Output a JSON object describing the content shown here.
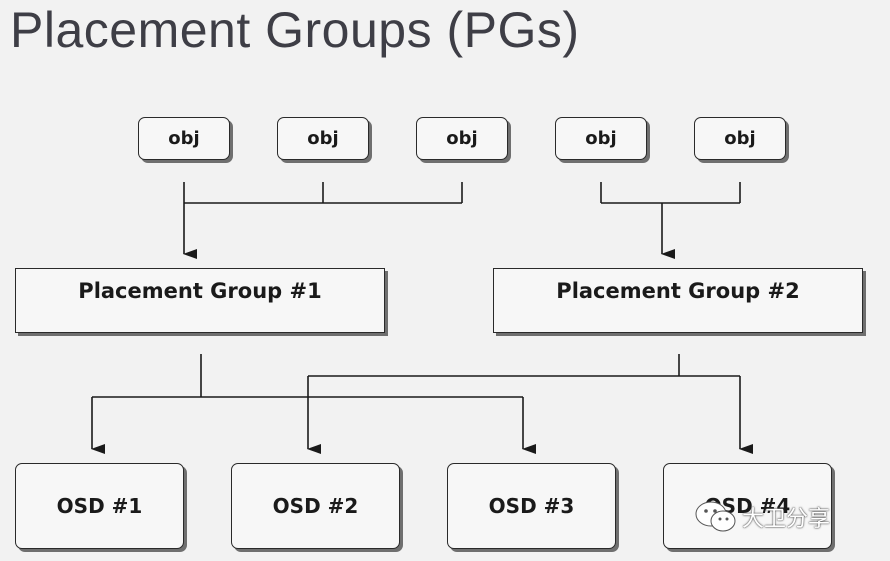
{
  "title": "Placement Groups (PGs)",
  "objects": [
    "obj",
    "obj",
    "obj",
    "obj",
    "obj"
  ],
  "placement_groups": [
    "Placement Group #1",
    "Placement Group #2"
  ],
  "osds": [
    "OSD #1",
    "OSD #2",
    "OSD #3",
    "OSD #4"
  ],
  "edges": [
    {
      "from": "objects.0",
      "to": "placement_groups.0"
    },
    {
      "from": "objects.1",
      "to": "placement_groups.0"
    },
    {
      "from": "objects.2",
      "to": "placement_groups.0"
    },
    {
      "from": "objects.3",
      "to": "placement_groups.1"
    },
    {
      "from": "objects.4",
      "to": "placement_groups.1"
    },
    {
      "from": "placement_groups.0",
      "to": "osds.0"
    },
    {
      "from": "placement_groups.0",
      "to": "osds.2"
    },
    {
      "from": "placement_groups.1",
      "to": "osds.1"
    },
    {
      "from": "placement_groups.1",
      "to": "osds.3"
    }
  ],
  "watermark": {
    "text": "大卫分享",
    "icon": "wechat-icon"
  },
  "colors": {
    "background": "#f2f2f2",
    "line": "#1a1a1a",
    "box_fill": "#f7f7f7",
    "title": "#3e3e46"
  }
}
